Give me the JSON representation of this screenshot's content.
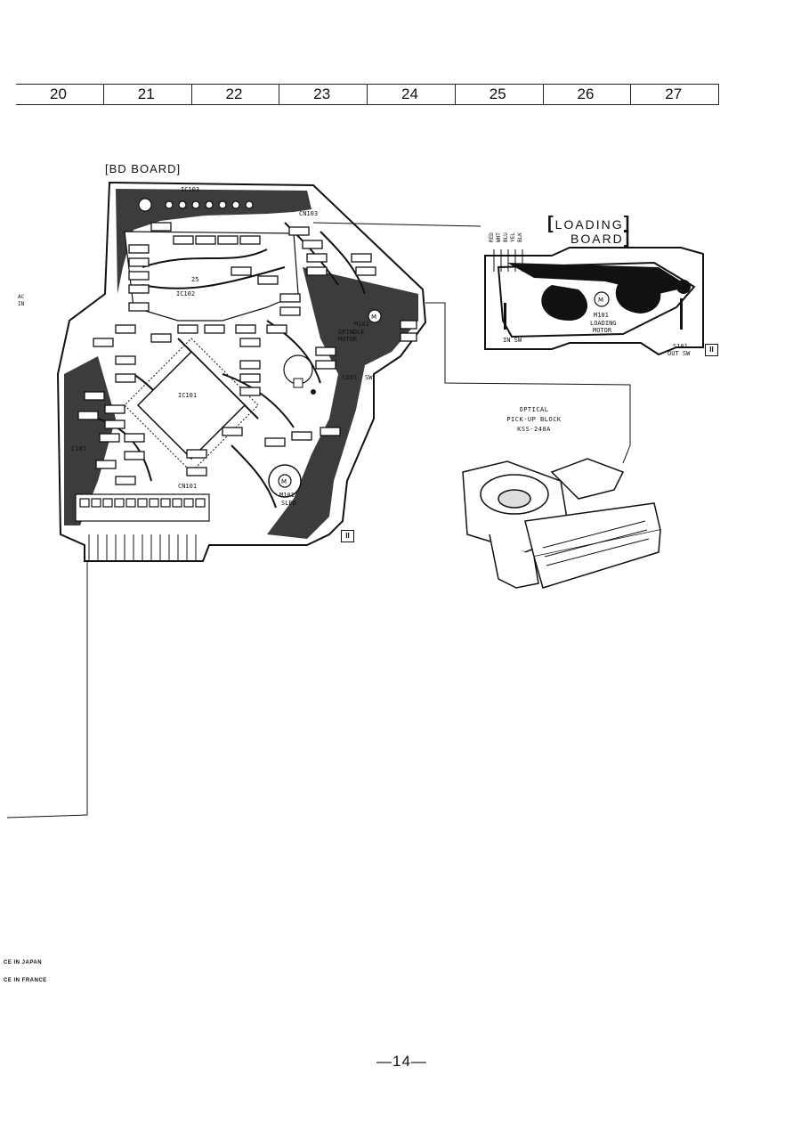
{
  "grid": {
    "columns": [
      "20",
      "21",
      "22",
      "23",
      "24",
      "25",
      "26",
      "27"
    ]
  },
  "bd_board": {
    "title": "[BD BOARD]",
    "labels": {
      "ic103": "IC103",
      "ic102": "IC102",
      "ic101": "IC101",
      "cn103": "CN103",
      "cn101": "CN101",
      "m102": "M102",
      "spindle_motor": "SPINDLE MOTOR",
      "m101": "M101",
      "sled": "SLED",
      "s101": "S101",
      "s101_sw": "SW",
      "ic_pin": "25",
      "c107": "C107",
      "badge": "II"
    }
  },
  "loading_board": {
    "title_line1": "LOADING",
    "title_line2": "BOARD",
    "wires": [
      "RED",
      "WHT",
      "BLU",
      "YEL",
      "BLK"
    ],
    "motor_ref": "M101",
    "motor_name_1": "LOADING",
    "motor_name_2": "MOTOR",
    "in_sw": "IN SW",
    "s101_ref": "S101",
    "out_sw": "OUT SW",
    "badge": "II"
  },
  "pickup": {
    "line1": "OPTICAL",
    "line2": "PICK-UP BLOCK",
    "line3": "KSS-240A"
  },
  "margin": {
    "made_in_japan": "CE IN JAPAN",
    "made_in_france": "CE IN FRANCE",
    "ac_in_1": "AC",
    "ac_in_2": "IN"
  },
  "page_number": "—14—"
}
